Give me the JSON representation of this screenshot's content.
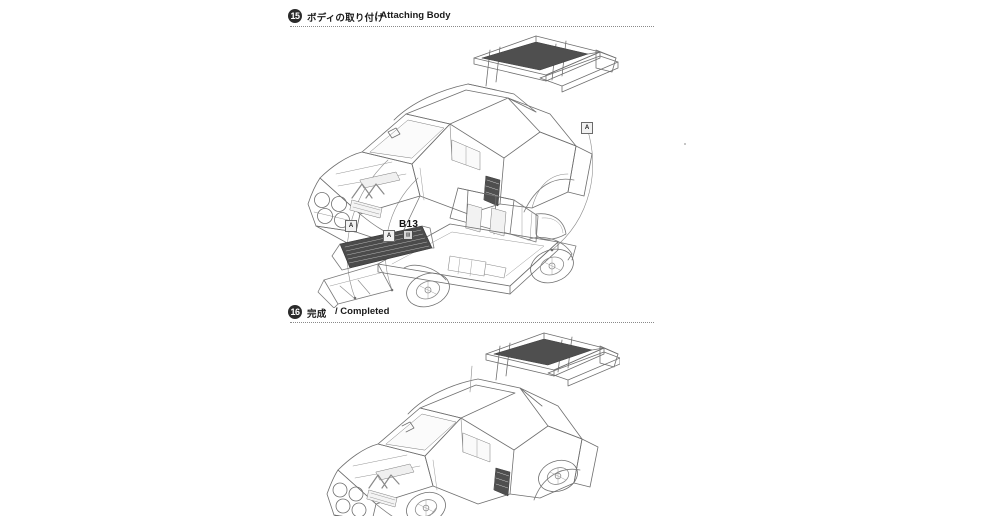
{
  "document": {
    "kind": "model-kit-instruction-sheet",
    "background_color": "#ffffff",
    "line_color": "#6f6f6f"
  },
  "sections": [
    {
      "number": "15",
      "title_jp": "ボディの取り付け",
      "separator": "/",
      "title_en": "Attaching Body",
      "subject": "rally-car-body-shell-and-chassis-exploded-view"
    },
    {
      "number": "16",
      "title_jp": "完成",
      "separator": "/",
      "title_en": "Completed",
      "subject": "rally-car-completed-assembly-view"
    }
  ],
  "part_callouts": [
    {
      "label": "B13",
      "icon_glyph": "▨"
    }
  ],
  "assembly_markers": [
    {
      "label": "A"
    },
    {
      "label": "A"
    },
    {
      "label": "A"
    }
  ]
}
